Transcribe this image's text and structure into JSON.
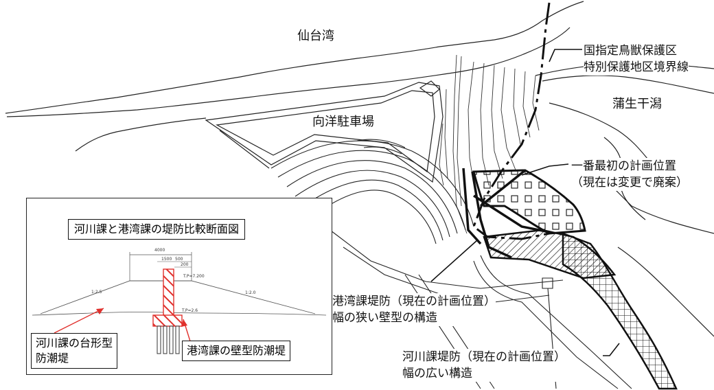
{
  "labels": {
    "sendai_bay": "仙台湾",
    "parking": "向洋駐車場",
    "gamo_tidal_flat": "蒲生干潟",
    "boundary_line": [
      "国指定鳥獣保護区",
      "特別保護地区境界線"
    ],
    "first_plan": [
      "一番最初の計画位置",
      "（現在は変更で廃案）"
    ],
    "port_embankment": [
      "港湾課堤防（現在の計画位置）",
      "幅の狭い壁型の構造"
    ],
    "river_embankment": [
      "河川課堤防（現在の計画位置）",
      "幅の広い構造"
    ]
  },
  "inset": {
    "title": "河川課と港湾課の堤防比較断面図",
    "river_type": [
      "河川課の台形型",
      "防潮堤"
    ],
    "port_type": "港湾課の壁型防潮堤",
    "dims": {
      "top_width": "4000",
      "d1": "1500",
      "d2": "500",
      "d3": "200",
      "tp_top": "T.P=7.200",
      "tp_ground": "T.P=2.6",
      "slope_left": "1:2.5",
      "slope_right": "1:2.0"
    }
  },
  "colors": {
    "line": "#111111",
    "red": "#e0302c"
  }
}
